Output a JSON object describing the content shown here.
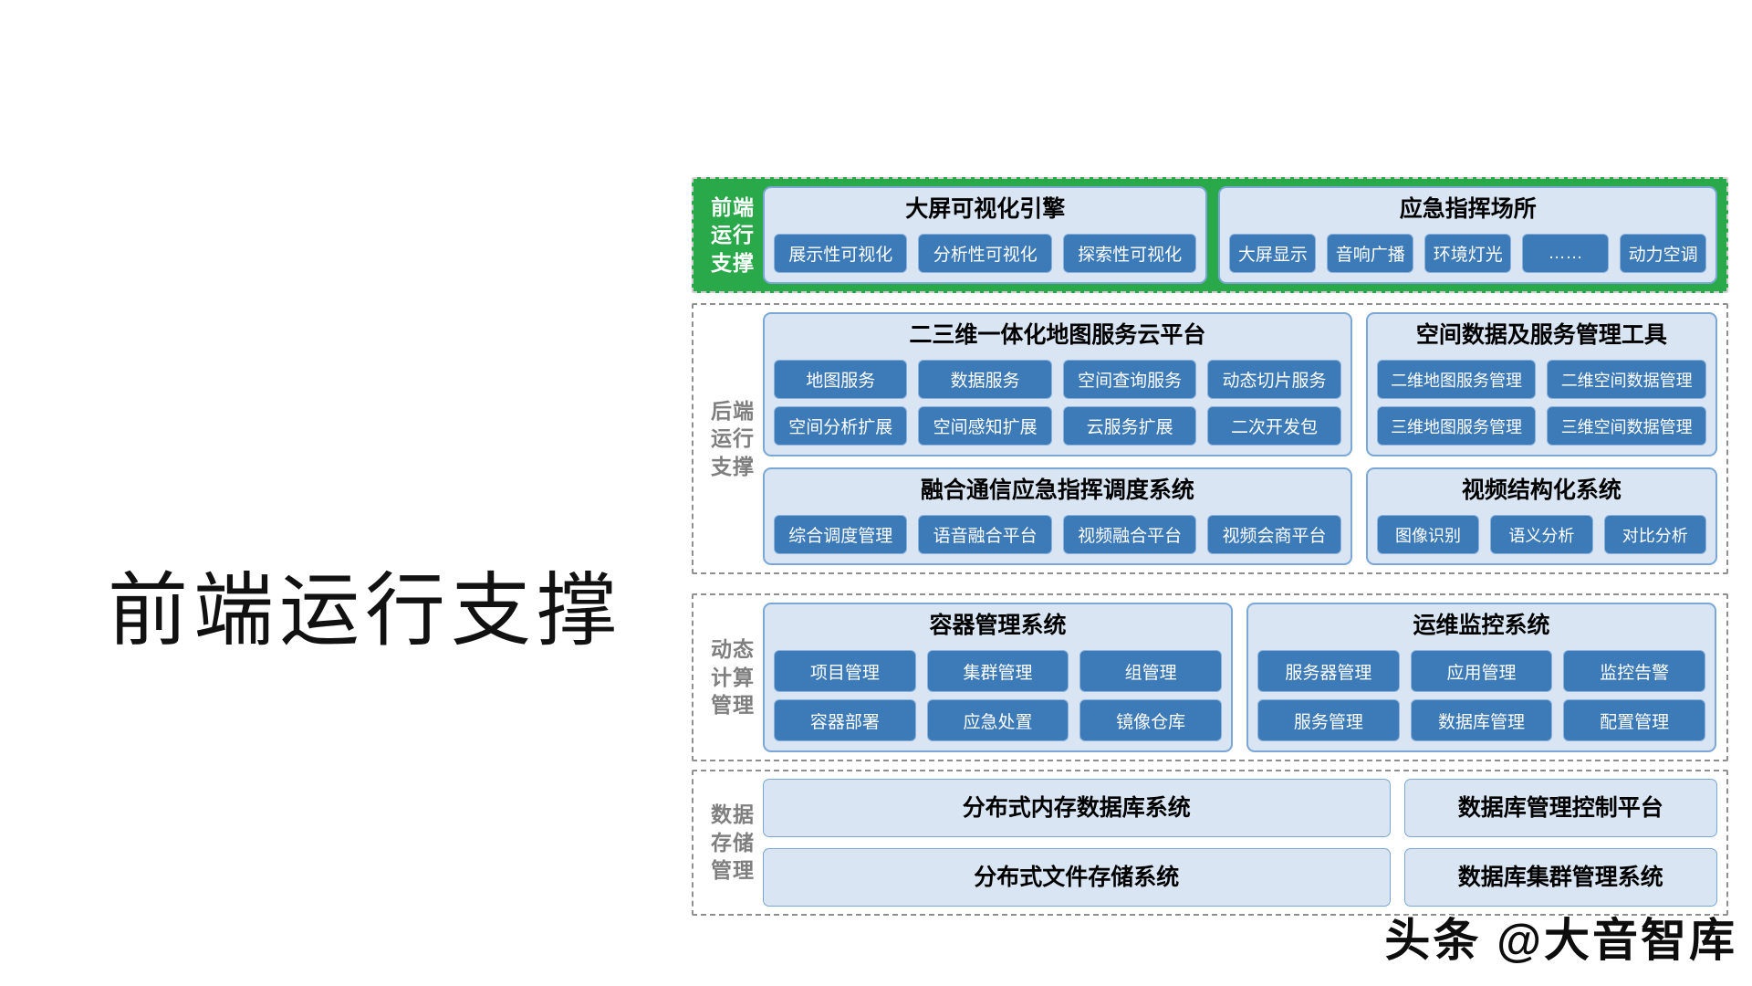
{
  "side_title": "前端运行支撑",
  "watermark": "头条 @大音智库",
  "colors": {
    "panel_green": "#2aa94a",
    "chip_blue": "#3c7ab8",
    "box_background": "#d9e5f3",
    "box_border": "#7aa7d6",
    "label_gray": "#7f7f7f",
    "dashed_border": "#8f8f8f"
  },
  "panels": [
    {
      "id": "frontend",
      "label_lines": [
        "前端",
        "运行",
        "支撑"
      ],
      "boxes": [
        {
          "title": "大屏可视化引擎",
          "button_rows": [
            [
              "展示性可视化",
              "分析性可视化",
              "探索性可视化"
            ]
          ]
        },
        {
          "title": "应急指挥场所",
          "button_rows": [
            [
              "大屏显示",
              "音响广播",
              "环境灯光",
              "……",
              "动力空调"
            ]
          ]
        }
      ]
    },
    {
      "id": "backend",
      "label_lines": [
        "后端",
        "运行",
        "支撑"
      ],
      "boxes": [
        {
          "title": "二三维一体化地图服务云平台",
          "button_rows": [
            [
              "地图服务",
              "数据服务",
              "空间查询服务",
              "动态切片服务"
            ],
            [
              "空间分析扩展",
              "空间感知扩展",
              "云服务扩展",
              "二次开发包"
            ]
          ]
        },
        {
          "title": "空间数据及服务管理工具",
          "button_rows": [
            [
              "二维地图服务管理",
              "二维空间数据管理"
            ],
            [
              "三维地图服务管理",
              "三维空间数据管理"
            ]
          ]
        },
        {
          "title": "融合通信应急指挥调度系统",
          "button_rows": [
            [
              "综合调度管理",
              "语音融合平台",
              "视频融合平台",
              "视频会商平台"
            ]
          ]
        },
        {
          "title": "视频结构化系统",
          "button_rows": [
            [
              "图像识别",
              "语义分析",
              "对比分析"
            ]
          ]
        }
      ]
    },
    {
      "id": "compute",
      "label_lines": [
        "动态",
        "计算",
        "管理"
      ],
      "boxes": [
        {
          "title": "容器管理系统",
          "button_rows": [
            [
              "项目管理",
              "集群管理",
              "组管理"
            ],
            [
              "容器部署",
              "应急处置",
              "镜像仓库"
            ]
          ]
        },
        {
          "title": "运维监控系统",
          "button_rows": [
            [
              "服务器管理",
              "应用管理",
              "监控告警"
            ],
            [
              "服务管理",
              "数据库管理",
              "配置管理"
            ]
          ]
        }
      ]
    },
    {
      "id": "storage",
      "label_lines": [
        "数据",
        "存储",
        "管理"
      ],
      "boxes": [
        {
          "title": "分布式内存数据库系统",
          "button_rows": []
        },
        {
          "title": "数据库管理控制平台",
          "button_rows": []
        },
        {
          "title": "分布式文件存储系统",
          "button_rows": []
        },
        {
          "title": "数据库集群管理系统",
          "button_rows": []
        }
      ]
    }
  ]
}
